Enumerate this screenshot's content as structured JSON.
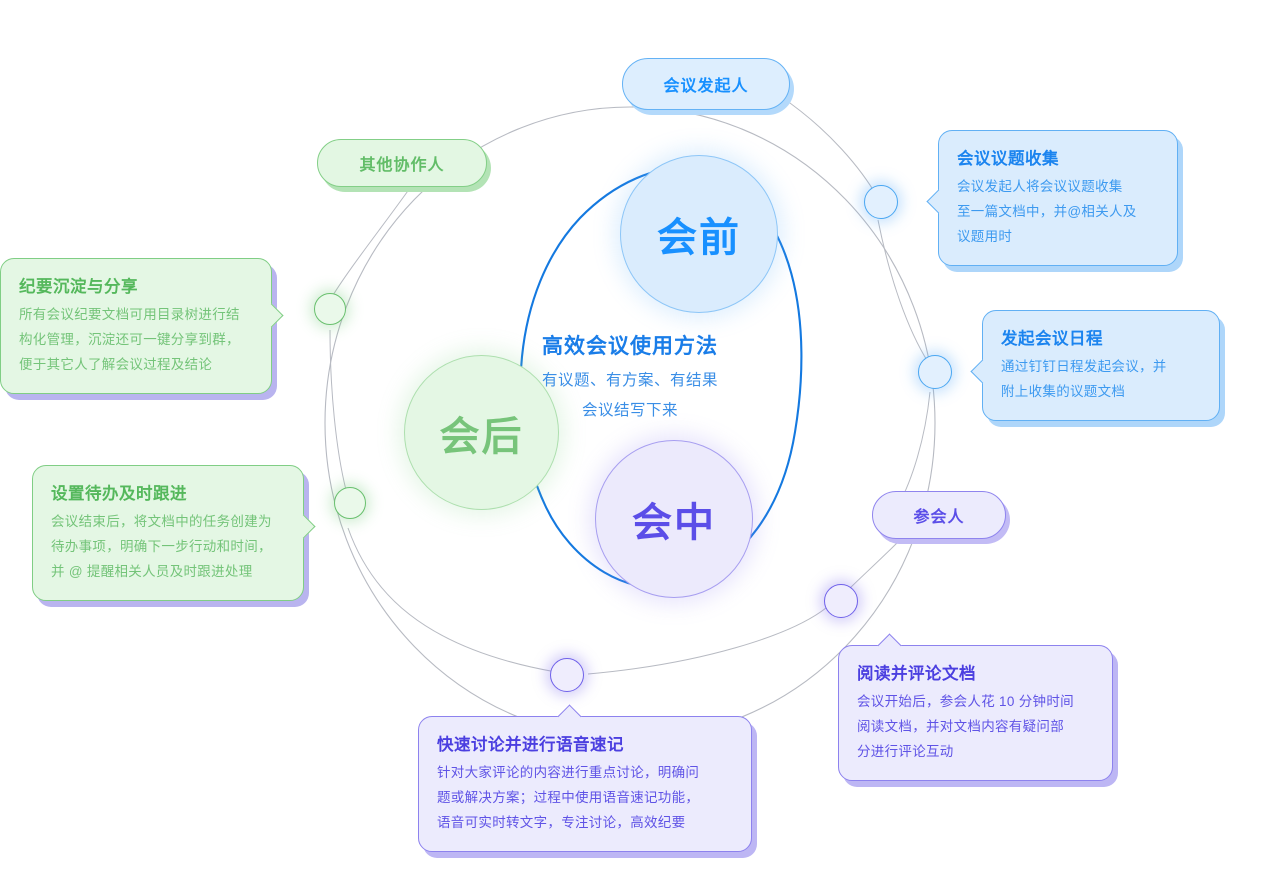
{
  "center": {
    "title": "高效会议使用方法",
    "line2": "有议题、有方案、有结果",
    "line3": "会议结写下来"
  },
  "phases": [
    {
      "id": "pre",
      "label": "会前",
      "color": "#1890ff"
    },
    {
      "id": "post",
      "label": "会后",
      "color": "#77c47a"
    },
    {
      "id": "during",
      "label": "会中",
      "color": "#5b4ee8"
    }
  ],
  "roles": [
    {
      "id": "organizer",
      "label": "会议发起人",
      "color": "#1890ff"
    },
    {
      "id": "collaborator",
      "label": "其他协作人",
      "color": "#62bd68"
    },
    {
      "id": "attendee",
      "label": "参会人",
      "color": "#5b4ee8"
    }
  ],
  "cards": [
    {
      "id": "topic",
      "title": "会议议题收集",
      "body": [
        "会议发起人将会议议题收集",
        "至一篇文档中，并@相关人及",
        "议题用时"
      ],
      "color": "#1b84ef"
    },
    {
      "id": "schedule",
      "title": "发起会议日程",
      "body": [
        "通过钉钉日程发起会议，并",
        "附上收集的议题文档"
      ],
      "color": "#1b84ef"
    },
    {
      "id": "minutes",
      "title": "纪要沉淀与分享",
      "body": [
        "所有会议纪要文档可用目录树进行结",
        "构化管理，沉淀还可一键分享到群，",
        "便于其它人了解会议过程及结论"
      ],
      "color": "#55b85c"
    },
    {
      "id": "todo",
      "title": "设置待办及时跟进",
      "body": [
        "会议结束后，将文档中的任务创建为",
        "待办事项，明确下一步行动和时间，",
        "并 @ 提醒相关人员及时跟进处理"
      ],
      "color": "#55b85c"
    },
    {
      "id": "discuss",
      "title": "快速讨论并进行语音速记",
      "body": [
        "针对大家评论的内容进行重点讨论，明确问",
        "题或解决方案；过程中使用语音速记功能，",
        "语音可实时转文字，专注讨论，高效纪要"
      ],
      "color": "#4b3fe0"
    },
    {
      "id": "read",
      "title": "阅读并评论文档",
      "body": [
        "会议开始后，参会人花 10 分钟时间",
        "阅读文档，并对文档内容有疑问部",
        "分进行评论互动"
      ],
      "color": "#4b3fe0"
    }
  ],
  "palette": {
    "blue": "#1890ff",
    "green": "#62bd68",
    "purple": "#5b4ee8",
    "ring": "#b9bcc4",
    "arc": "#1479e0",
    "background": "#ffffff"
  }
}
